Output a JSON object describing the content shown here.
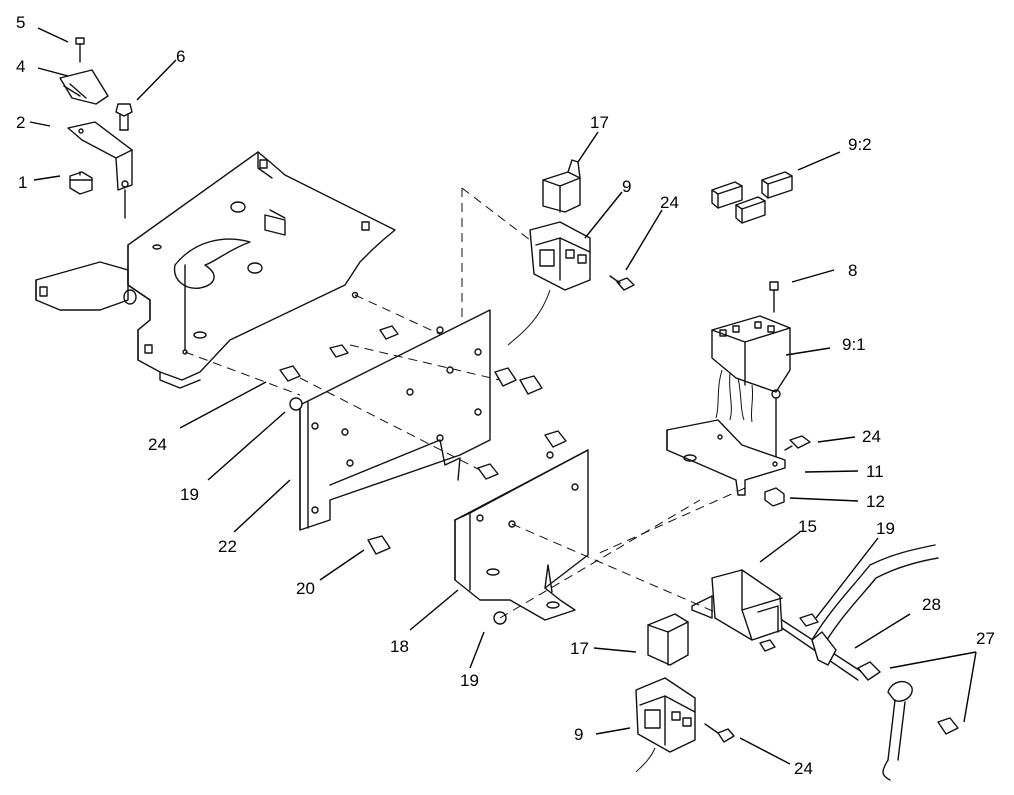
{
  "callouts": [
    {
      "id": "c5",
      "text": "5"
    },
    {
      "id": "c4",
      "text": "4"
    },
    {
      "id": "c6",
      "text": "6"
    },
    {
      "id": "c2",
      "text": "2"
    },
    {
      "id": "c1",
      "text": "1"
    },
    {
      "id": "c17a",
      "text": "17"
    },
    {
      "id": "c9a",
      "text": "9"
    },
    {
      "id": "c24a",
      "text": "24"
    },
    {
      "id": "c92",
      "text": "9:2"
    },
    {
      "id": "c8",
      "text": "8"
    },
    {
      "id": "c91",
      "text": "9:1"
    },
    {
      "id": "c24b",
      "text": "24"
    },
    {
      "id": "c11",
      "text": "11"
    },
    {
      "id": "c12",
      "text": "12"
    },
    {
      "id": "c24c",
      "text": "24"
    },
    {
      "id": "c19a",
      "text": "19"
    },
    {
      "id": "c22",
      "text": "22"
    },
    {
      "id": "c20",
      "text": "20"
    },
    {
      "id": "c18",
      "text": "18"
    },
    {
      "id": "c19b",
      "text": "19"
    },
    {
      "id": "c15",
      "text": "15"
    },
    {
      "id": "c19c",
      "text": "19"
    },
    {
      "id": "c28",
      "text": "28"
    },
    {
      "id": "c27",
      "text": "27"
    },
    {
      "id": "c17b",
      "text": "17"
    },
    {
      "id": "c9b",
      "text": "9"
    },
    {
      "id": "c24d",
      "text": "24"
    }
  ]
}
